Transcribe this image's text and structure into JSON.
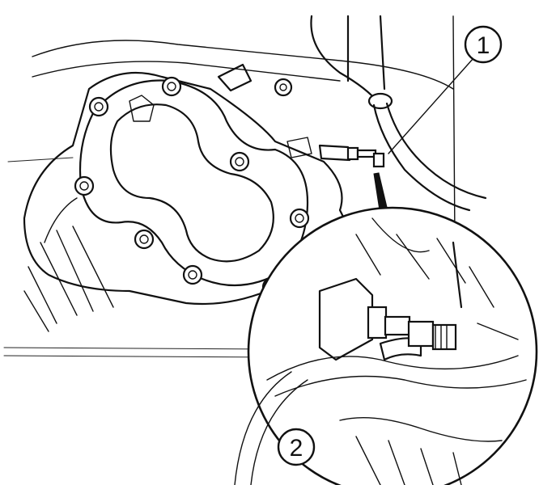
{
  "callouts": [
    {
      "number": "1",
      "target": "sensor-connector"
    },
    {
      "number": "2",
      "target": "connector-latch-detail"
    }
  ],
  "colors": {
    "ink": "#111111",
    "paper": "#ffffff"
  }
}
